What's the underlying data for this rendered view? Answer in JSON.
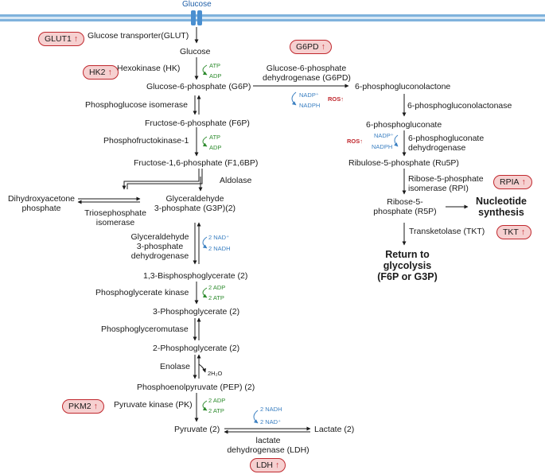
{
  "membrane": {
    "transporter_label": "Glucose"
  },
  "glycolysis": {
    "transporter": "Glucose transporter(GLUT)",
    "glucose": "Glucose",
    "hk": "Hexokinase (HK)",
    "atp1": "ATP",
    "adp1": "ADP",
    "g6p": "Glucose-6-phosphate (G6P)",
    "pgi": "Phosphoglucose isomerase",
    "f6p": "Fructose-6-phosphate (F6P)",
    "pfk": "Phosphofructokinase-1",
    "atp2": "ATP",
    "adp2": "ADP",
    "f16bp": "Fructose-1,6-phosphate (F1,6BP)",
    "aldolase": "Aldolase",
    "dhap_line1": "Dihydroxyacetone",
    "dhap_line2": "phosphate",
    "tpi_line1": "Triosephosphate",
    "tpi_line2": "isomerase",
    "g3p_line1": "Glyceraldehyde",
    "g3p_line2": "3-phosphate (G3P)(2)",
    "gapdh_line1": "Glyceraldehyde",
    "gapdh_line2": "3-phosphate",
    "gapdh_line3": "dehydrogenase",
    "nad": "2 NAD⁺",
    "nadh": "2 NADH",
    "bpg": "1,3-Bisphosphoglycerate (2)",
    "pgk": "Phosphoglycerate kinase",
    "adp3": "2 ADP",
    "atp3": "2 ATP",
    "pg3": "3-Phosphoglycerate (2)",
    "pgm": "Phosphoglyceromutase",
    "pg2": "2-Phosphoglycerate (2)",
    "enolase": "Enolase",
    "h2o": "2H₂O",
    "pep": "Phosphoenolpyruvate (PEP) (2)",
    "pk": "Pyruvate kinase (PK)",
    "adp4": "2 ADP",
    "atp4": "2 ATP",
    "pyruvate": "Pyruvate (2)",
    "nadh2": "2 NADH",
    "nad2": "2 NAD⁺",
    "lactate": "Lactate (2)",
    "ldh_line1": "lactate",
    "ldh_line2": "dehydrogenase (LDH)"
  },
  "ppp": {
    "g6pd_line1": "Glucose-6-phosphate",
    "g6pd_line2": "dehydrogenase (G6PD)",
    "nadp1": "NADP⁺",
    "nadph1": "NADPH",
    "ros1": "ROS↑",
    "pgl": "6-phosphogluconolactone",
    "pgls": "6-phosphogluconolactonase",
    "pgluc": "6-phosphogluconate",
    "ros2": "ROS↑",
    "nadp2": "NADP⁺",
    "nadph2": "NADPH",
    "pgd_line1": "6-phosphogluconate",
    "pgd_line2": "dehydrogenase",
    "ru5p": "Ribulose-5-phosphate (Ru5P)",
    "rpi_line1": "Ribose-5-phosphate",
    "rpi_line2": "isomerase (RPI)",
    "r5p_line1": "Ribose-5-",
    "r5p_line2": "phosphate (R5P)",
    "nucleotide_line1": "Nucleotide",
    "nucleotide_line2": "synthesis",
    "tkt": "Transketolase (TKT)",
    "return_line1": "Return to",
    "return_line2": "glycolysis",
    "return_line3": "(F6P or G3P)"
  },
  "badges": {
    "glut1": "GLUT1",
    "hk2": "HK2",
    "g6pd": "G6PD",
    "rpia": "RPIA",
    "tkt": "TKT",
    "pkm2": "PKM2",
    "ldh": "LDH",
    "arrow": "↑"
  },
  "colors": {
    "badge_fill": "#f6d0d0",
    "badge_border": "#c0282e",
    "cofactor_green": "#2e8b2e",
    "cofactor_blue": "#3a7fc1",
    "ros_red": "#c0282e",
    "membrane_blue": "#7fb2dc",
    "transporter_blue": "#4a8fd0"
  }
}
